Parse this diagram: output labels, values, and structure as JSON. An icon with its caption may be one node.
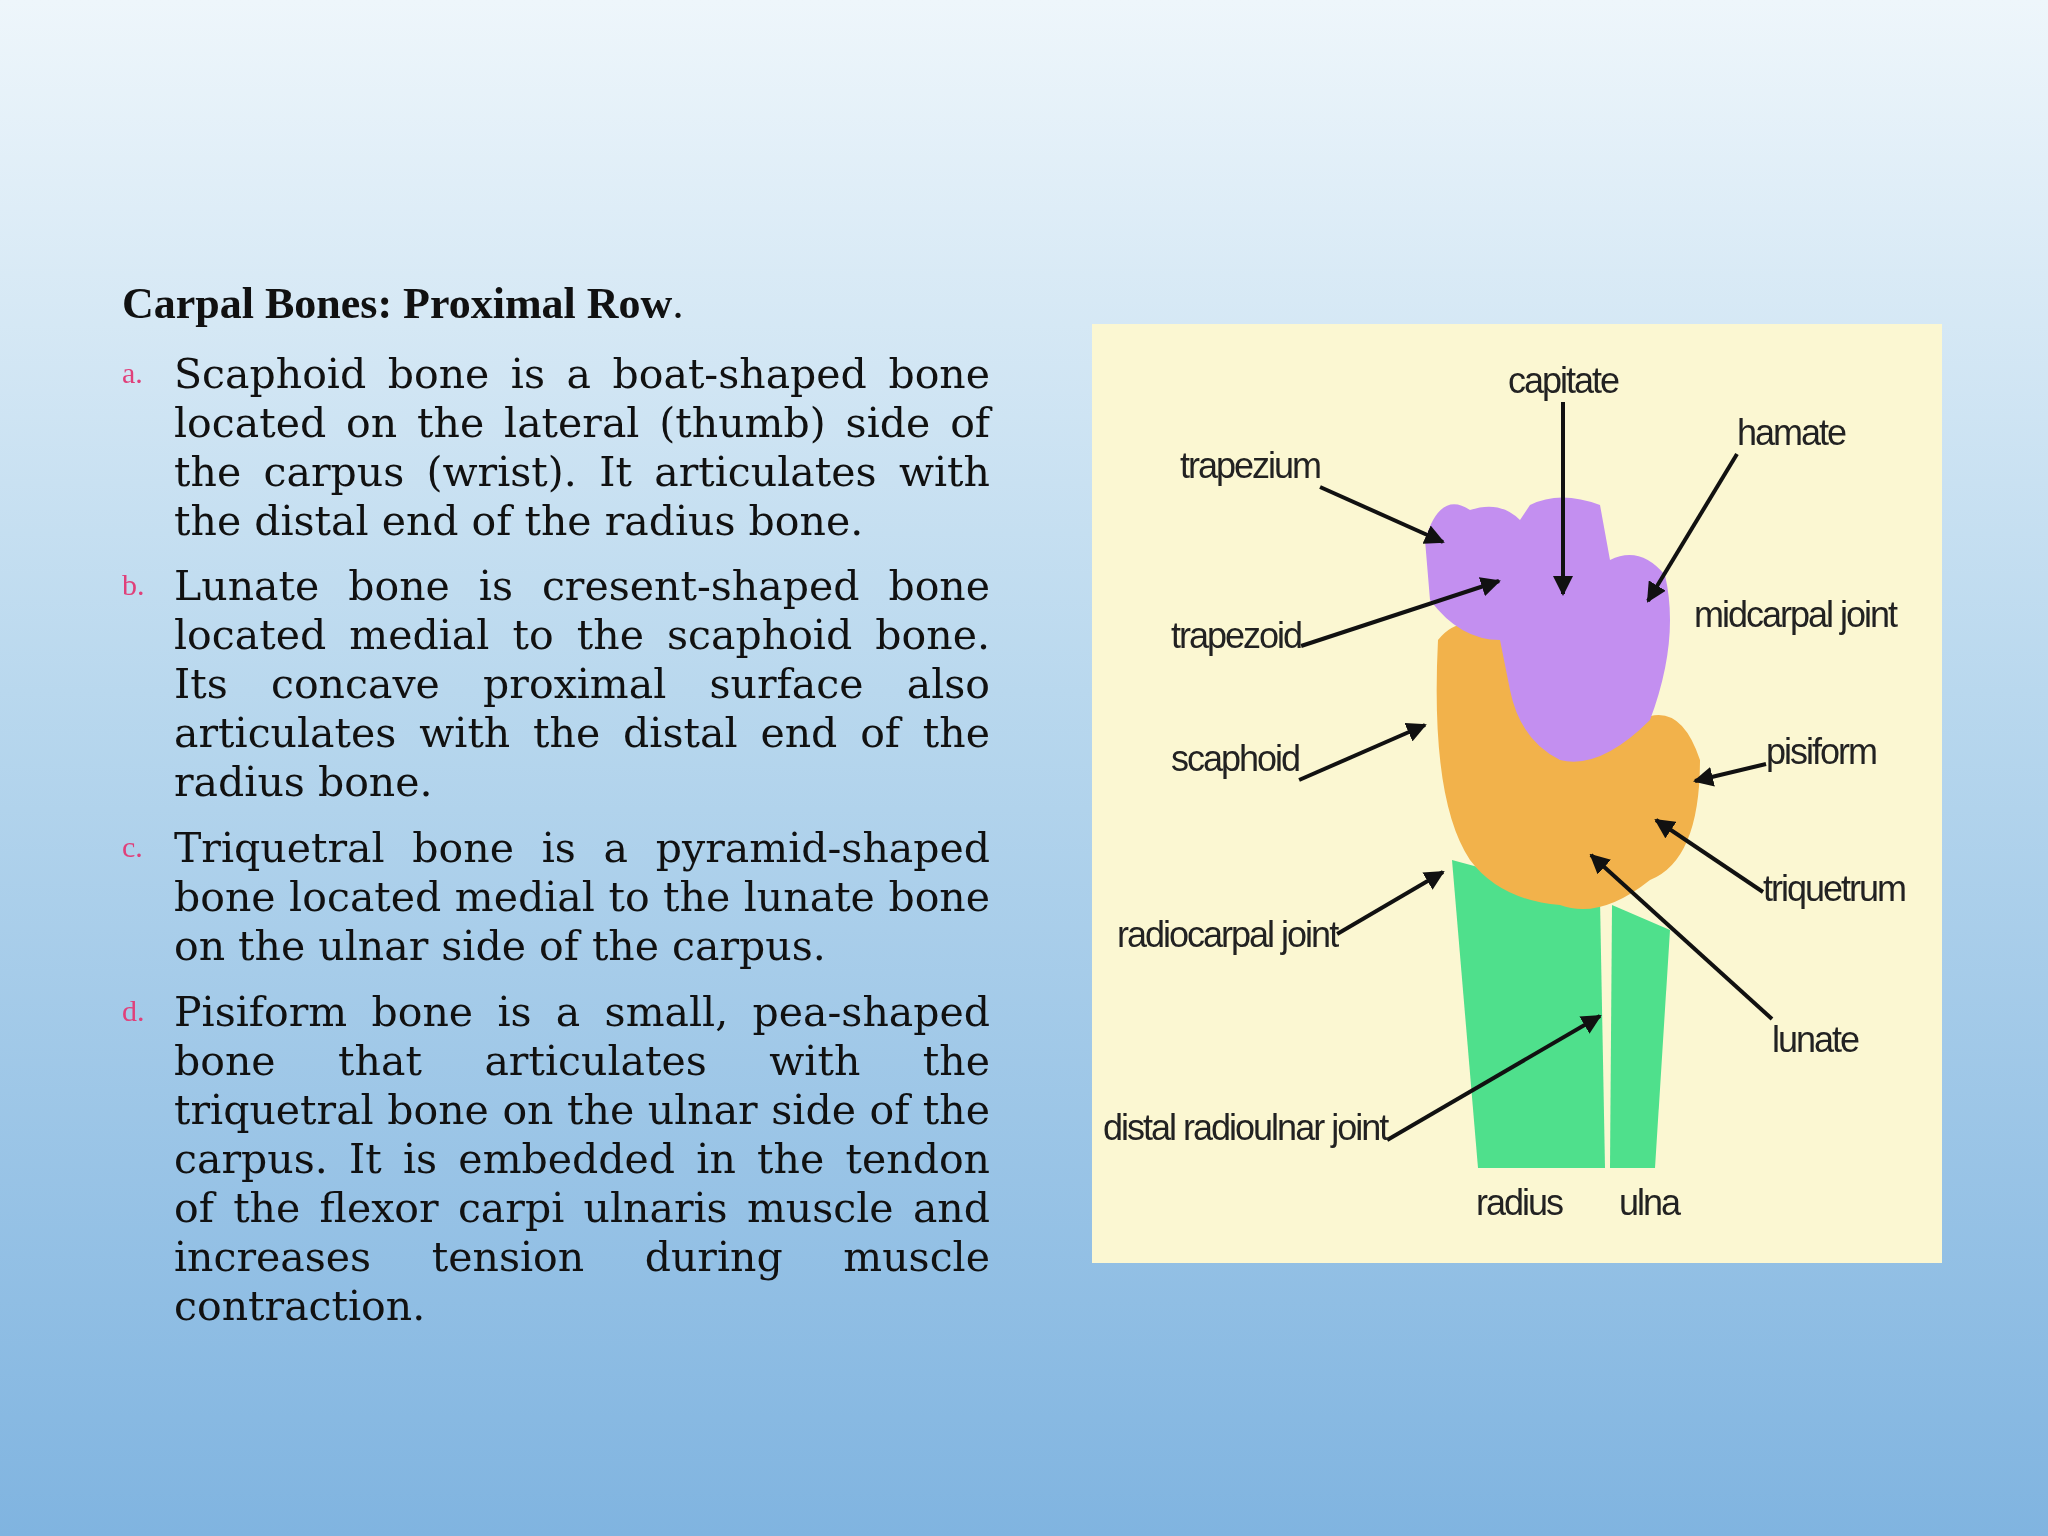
{
  "diagram": {
    "title": "**Carpal Bones: Proximal Row**.",
    "nodes": [
      {
        "text": [
          "capitate"
        ]
      },
      {
        "text": [
          "trapezium"
        ]
      },
      {
        "text": [
          "hamate"
        ]
      },
      {
        "text": [
          "trapezoid"
        ]
      },
      {
        "text": [
          "scaphoid"
        ]
      },
      {
        "text": [
          "pisiform"
        ]
      },
      {
        "text": [
          "triquetrum"
        ]
      },
      {
        "text": [
          "radiocarpal joint"
        ]
      },
      {
        "text": [
          "lunate"
        ]
      },
      {
        "text": [
          "distal radioulnar joint"
        ]
      },
      {
        "text": [],
        "shape": "picture"
      }
    ],
    "edges": [
      {
        "from": 1,
        "to": 10,
        "arrow": "to"
      },
      {
        "from": 0,
        "to": 10,
        "arrow": "to"
      },
      {
        "from": 2,
        "to": 10,
        "arrow": "to"
      },
      {
        "from": 3,
        "to": 10,
        "arrow": "to"
      },
      {
        "from": 4,
        "to": 10,
        "arrow": "to"
      },
      {
        "from": 5,
        "to": 10,
        "arrow": "to"
      },
      {
        "from": 6,
        "to": 10,
        "arrow": "to"
      },
      {
        "from": 7,
        "to": 10,
        "arrow": "to"
      },
      {
        "from": 8,
        "to": 10,
        "arrow": "to"
      },
      {
        "from": 9,
        "to": 10,
        "arrow": "to"
      }
    ],
    "labels": [
      "a.",
      "Scaphoid bone is a boat-shaped bone located on the lateral (thumb) side of the carpus (wrist). It articulates with the distal end of the radius bone.",
      "b.",
      "Lunate bone is cresent-shaped bone located medial to the scaphoid bone. Its concave proximal surface also articulates with the distal end of the radius bone.",
      "c.",
      "Triquetral bone is a pyramid-shaped bone located medial to the lunate bone on the ulnar side of the carpus.",
      "d.",
      "Pisiform bone is a small, pea-shaped bone that articulates with the triquetral bone on the ulnar side of the carpus. It is embedded in the tendon of the flexor carpi ulnaris muscle and increases tension during muscle contraction.",
      "midcarpal joint",
      "radius",
      "ulna"
    ]
  }
}
